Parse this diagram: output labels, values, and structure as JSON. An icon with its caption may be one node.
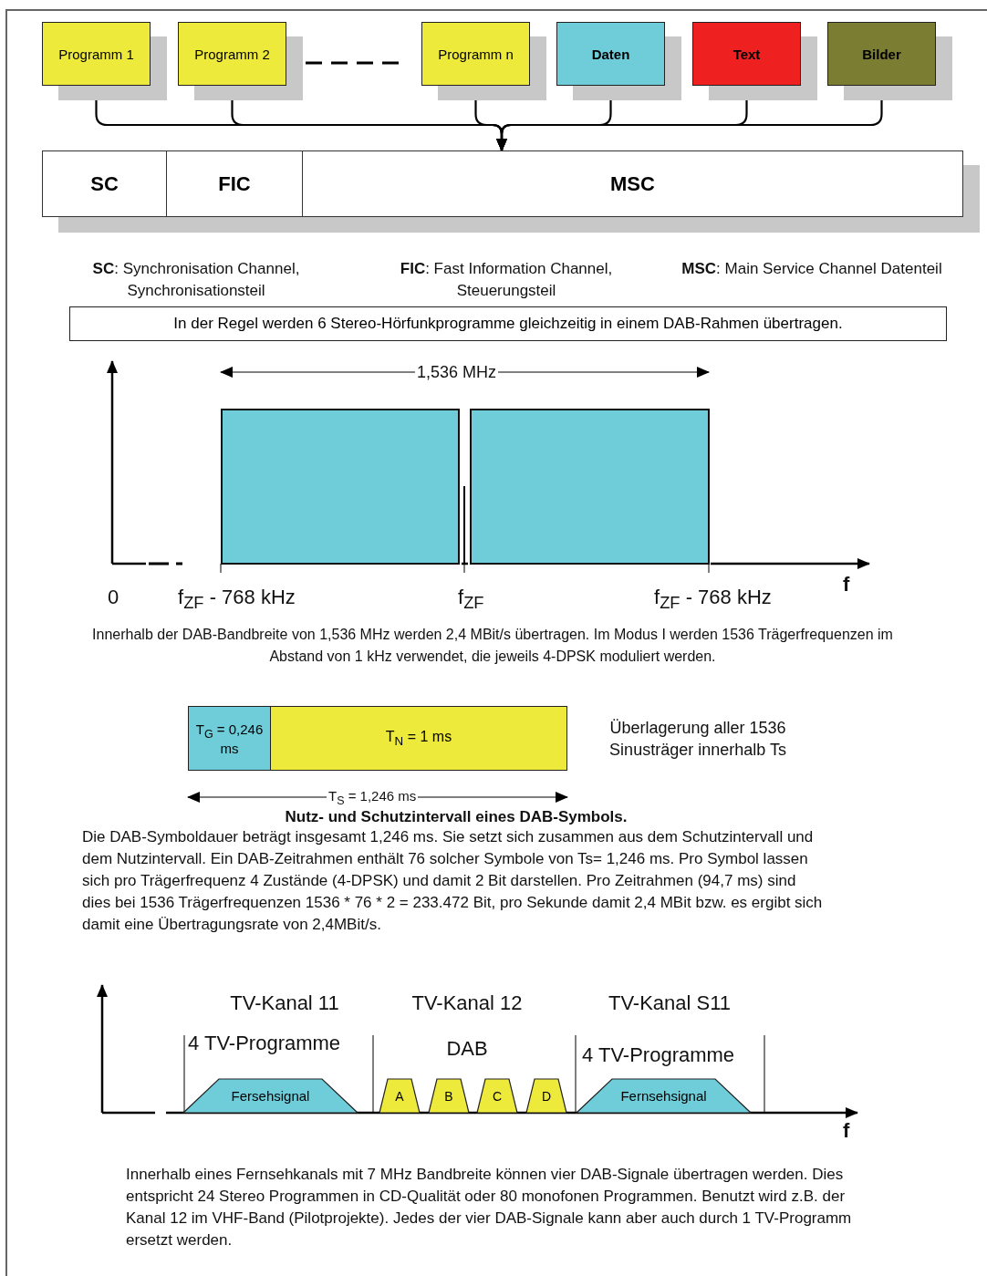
{
  "diagram": {
    "nodes": [
      {
        "text": [
          "Programm 1"
        ]
      },
      {
        "text": [
          "Programm 2"
        ]
      },
      {
        "text": [
          "Programm n"
        ]
      },
      {
        "text": [
          "Daten"
        ]
      },
      {
        "text": [
          "Text"
        ]
      },
      {
        "text": [
          "Bilder"
        ]
      },
      {
        "text": [
          "SC"
        ]
      },
      {
        "text": [
          "FIC"
        ]
      },
      {
        "text": [
          "MSC"
        ]
      },
      {
        "text": [
          "In der Regel werden 6 Stereo-Hörfunkprogramme gleichzeitig in einem DAB-Rahmen übertragen."
        ]
      },
      {
        "text": [],
        "shape": "box"
      },
      {
        "text": [],
        "shape": "box"
      },
      {
        "text": [
          "T$_{G}$ = 0,246 ms"
        ]
      },
      {
        "text": [
          "T$_{N}$ = 1 ms"
        ]
      },
      {
        "text": [
          "Fersehsignal"
        ]
      },
      {
        "text": [
          "A"
        ]
      },
      {
        "text": [
          "B"
        ]
      },
      {
        "text": [
          "C"
        ]
      },
      {
        "text": [
          "D"
        ]
      },
      {
        "text": [
          "Fernsehsignal"
        ]
      }
    ],
    "edges": [
      {
        "from": 0,
        "to": 8,
        "arrow": "to"
      },
      {
        "from": 1,
        "to": 8,
        "arrow": "to"
      },
      {
        "from": 2,
        "to": 8,
        "arrow": "to"
      },
      {
        "from": 3,
        "to": 8,
        "arrow": "to"
      },
      {
        "from": 4,
        "to": 8,
        "arrow": "to"
      },
      {
        "from": 5,
        "to": 8,
        "arrow": "to"
      }
    ],
    "labels": [
      "**SC**: Synchronisation Channel, Synchronisationsteil",
      "**FIC**: Fast Information Channel, Steuerungsteil",
      "**MSC**: Main Service Channel Datenteil",
      "1,536 MHz",
      "0",
      "f$_{ZF}$ - 768 kHz",
      "f$_{ZF}$",
      "f$_{ZF}$ - 768 kHz",
      "f",
      "Innerhalb der DAB-Bandbreite von 1,536 MHz werden 2,4 MBit/s übertragen. Im Modus I werden 1536 Trägerfrequenzen im Abstand von 1 kHz verwendet, die jeweils 4-DPSK moduliert werden.",
      "Überlagerung aller 1536 Sinusträger innerhalb Ts",
      "T$_{S}$ = 1,246 ms",
      "Nutz- und Schutzintervall eines DAB-Symbols.",
      "Die DAB-Symboldauer beträgt insgesamt 1,246 ms. Sie setzt sich zusammen aus dem Schutzintervall und dem Nutzintervall. Ein DAB-Zeitrahmen enthält 76 solcher Symbole von Ts= 1,246 ms. Pro Symbol lassen sich pro Trägerfrequenz 4 Zustände (4-DPSK) und damit 2 Bit darstellen. Pro Zeitrahmen (94,7 ms) sind dies bei 1536 Trägerfrequenzen 1536 * 76 * 2 = 233.472 Bit, pro Sekunde damit 2,4 MBit bzw. es ergibt sich damit eine Übertragungsrate von 2,4MBit/s.",
      "TV-Kanal 11",
      "TV-Kanal 12",
      "TV-Kanal S11",
      "4 TV-Programme",
      "DAB",
      "4 TV-Programme",
      "f",
      "Innerhalb eines Fernsehkanals mit 7 MHz Bandbreite können vier DAB-Signale übertragen werden. Dies entspricht 24 Stereo Programmen in CD-Qualität oder 80 monofonen Programmen. Benutzt wird z.B. der Kanal 12 im VHF-Band (Pilotprojekte). Jedes der vier DAB-Signale kann aber auch durch 1 TV-Programm ersetzt werden."
    ]
  }
}
